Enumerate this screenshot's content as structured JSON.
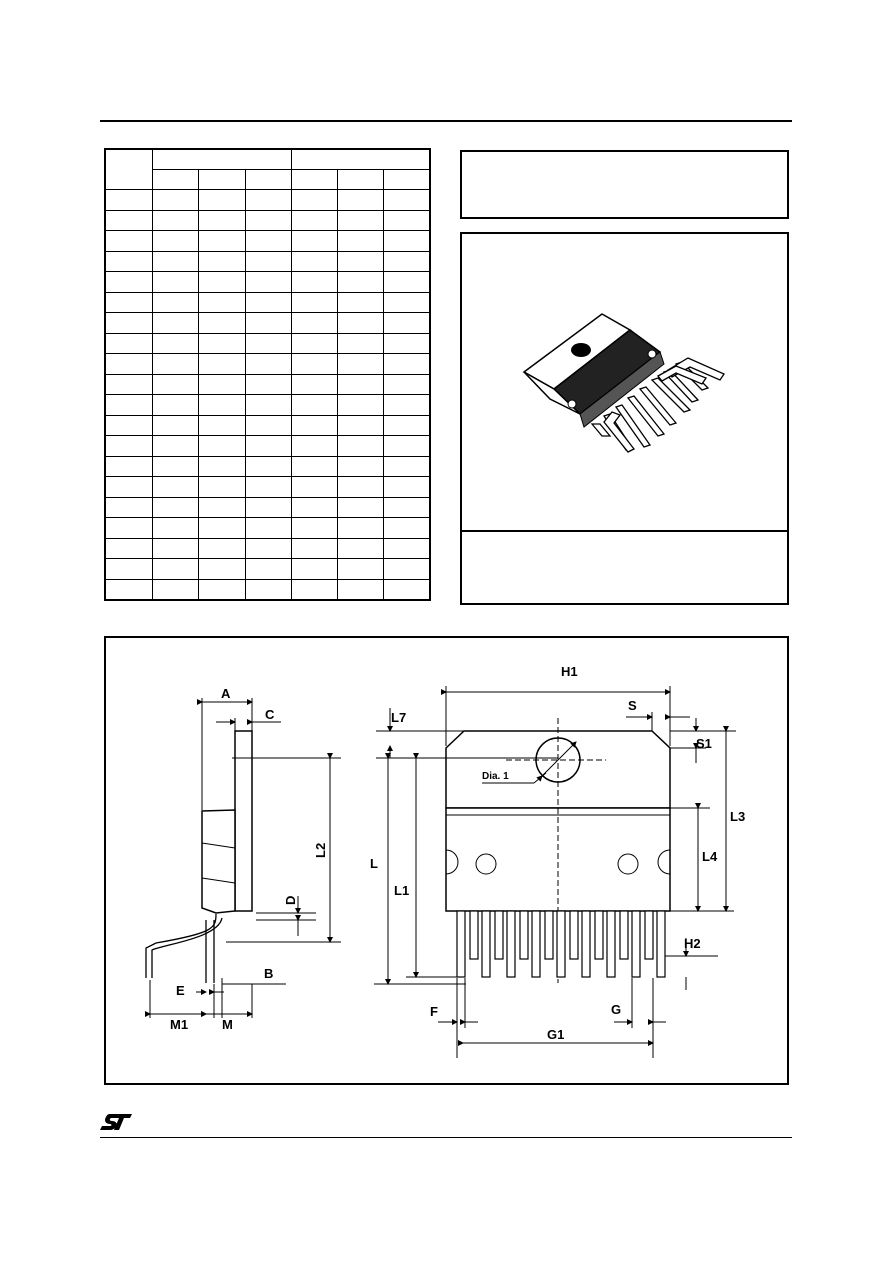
{
  "page": {
    "logo_text": "ST"
  },
  "dimension_table": {
    "rows": 21,
    "columns": 7
  },
  "package_title_box": {
    "text": ""
  },
  "package_caption_box": {
    "text": ""
  },
  "drawing": {
    "labels": {
      "A": "A",
      "C": "C",
      "D": "D",
      "B": "B",
      "E": "E",
      "M1": "M1",
      "M": "M",
      "L2": "L2",
      "H1": "H1",
      "S": "S",
      "S1": "S1",
      "L7": "L7",
      "L3": "L3",
      "L": "L",
      "L1": "L1",
      "L4": "L4",
      "H2": "H2",
      "F": "F",
      "G": "G",
      "G1": "G1",
      "dia": "Dia. 1"
    }
  }
}
